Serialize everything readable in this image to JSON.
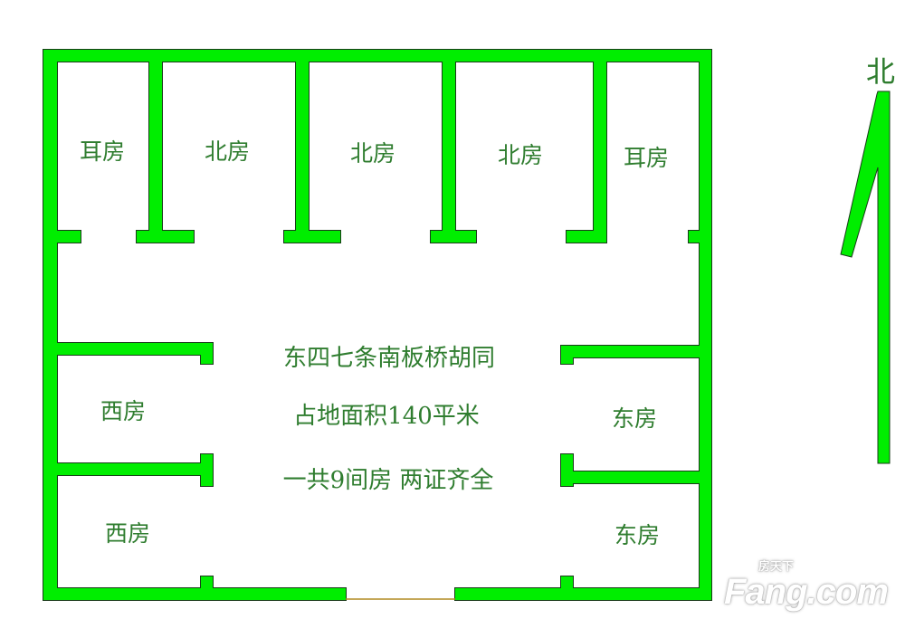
{
  "colors": {
    "wall": "#00ee00",
    "wall_outline": "#1a3a1a",
    "text": "#2f7d2f",
    "door_line": "#b08a20"
  },
  "rooms": {
    "north": [
      "耳房",
      "北房",
      "北房",
      "北房",
      "耳房"
    ],
    "west": [
      "西房",
      "西房"
    ],
    "east": [
      "东房",
      "东房"
    ]
  },
  "info": {
    "address": "东四七条南板桥胡同",
    "area": "占地面积140平米",
    "summary": "一共9间房  两证齐全"
  },
  "compass": {
    "label": "北",
    "icon": "north-arrow-icon"
  },
  "watermark": {
    "brand": "Fang.com",
    "chinese": "房天下"
  }
}
